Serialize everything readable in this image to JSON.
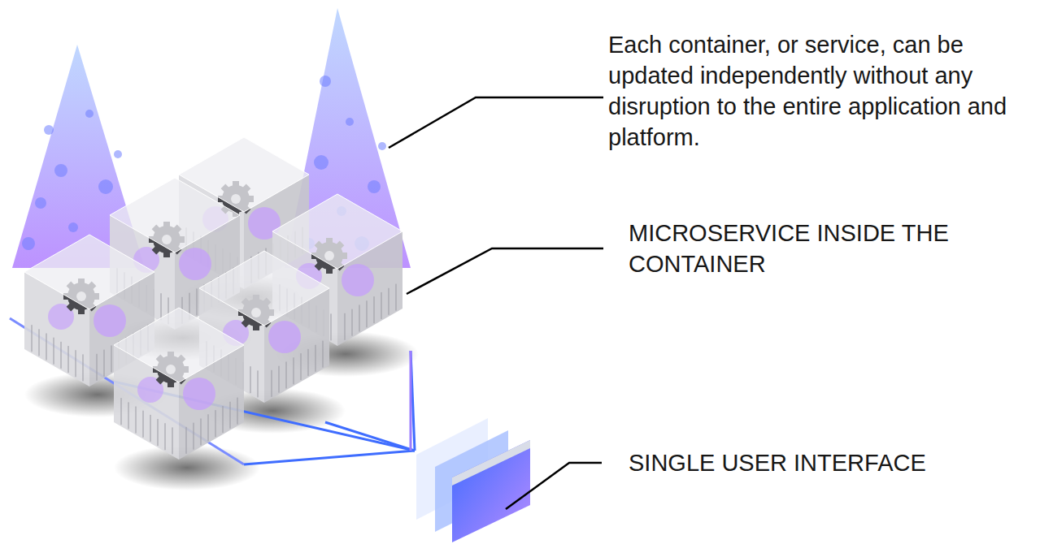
{
  "diagram": {
    "labels": [
      "Each container, or service, can be updated independently without any disruption to the entire application and platform.",
      "MICROSERVICE INSIDE THE CONTAINER",
      "SINGLE USER INTERFACE"
    ]
  }
}
